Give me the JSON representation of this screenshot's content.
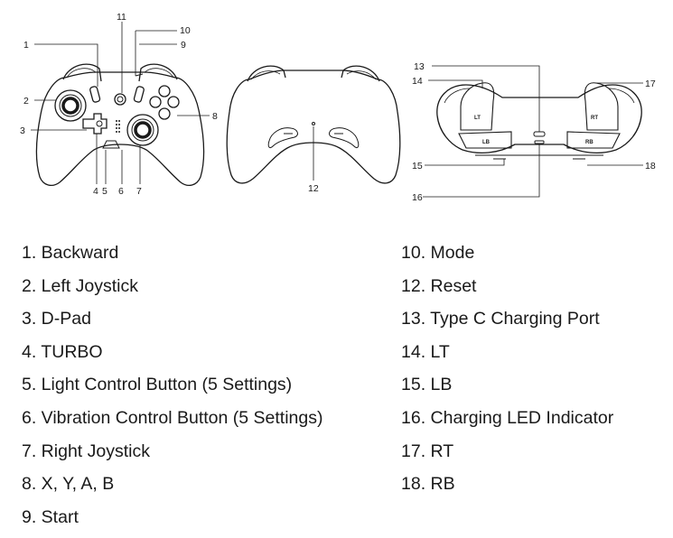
{
  "callouts": {
    "c1": "1",
    "c2": "2",
    "c3": "3",
    "c4": "4",
    "c5": "5",
    "c6": "6",
    "c7": "7",
    "c8": "8",
    "c9": "9",
    "c10": "10",
    "c11": "11",
    "c12": "12",
    "c13": "13",
    "c14": "14",
    "c15": "15",
    "c16": "16",
    "c17": "17",
    "c18": "18"
  },
  "button_marks": {
    "lt": "LT",
    "rt": "RT",
    "lb": "LB",
    "rb": "RB"
  },
  "legend": {
    "left": [
      "1. Backward",
      "2. Left Joystick",
      "3. D-Pad",
      "4. TURBO",
      "5. Light Control Button (5 Settings)",
      "6. Vibration Control Button (5 Settings)",
      "7. Right Joystick",
      "8. X, Y, A, B",
      "9. Start"
    ],
    "right": [
      "10. Mode",
      "12. Reset",
      "13. Type C Charging Port",
      "14. LT",
      "15. LB",
      "16. Charging LED Indicator",
      "17. RT",
      "18. RB"
    ]
  }
}
